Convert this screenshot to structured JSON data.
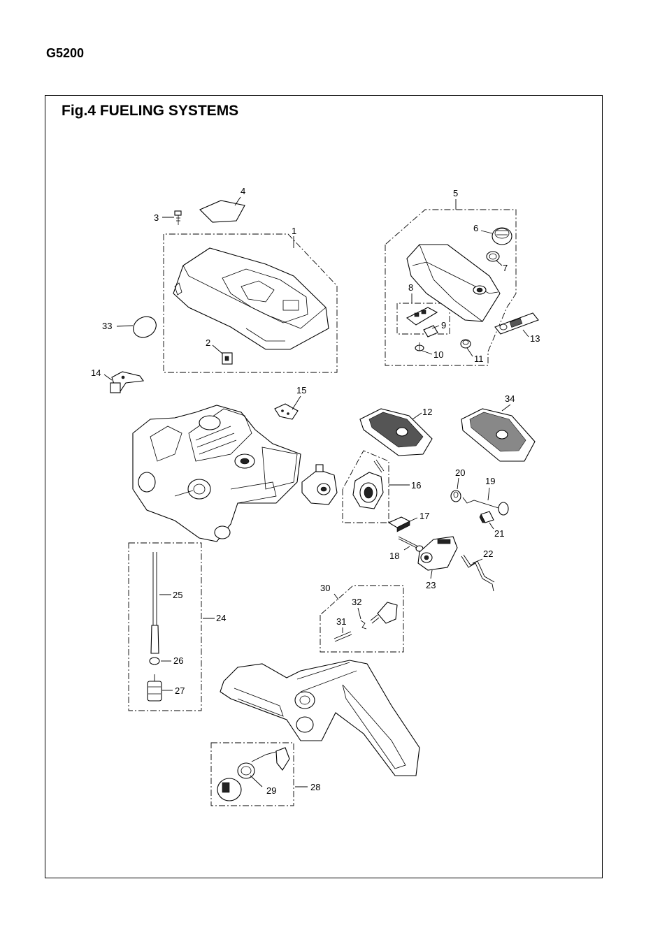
{
  "header": {
    "model": "G5200"
  },
  "figure": {
    "title": "Fig.4 FUELING SYSTEMS"
  },
  "callouts": {
    "c1": "1",
    "c2": "2",
    "c3": "3",
    "c4": "4",
    "c5": "5",
    "c6": "6",
    "c7": "7",
    "c8": "8",
    "c9": "9",
    "c10": "10",
    "c11": "11",
    "c12": "12",
    "c13": "13",
    "c14": "14",
    "c15": "15",
    "c16": "16",
    "c17": "17",
    "c18": "18",
    "c19": "19",
    "c20": "20",
    "c21": "21",
    "c22": "22",
    "c23": "23",
    "c24": "24",
    "c25": "25",
    "c26": "26",
    "c27": "27",
    "c28": "28",
    "c29": "29",
    "c30": "30",
    "c31": "31",
    "c32": "32",
    "c33": "33",
    "c34": "34"
  }
}
